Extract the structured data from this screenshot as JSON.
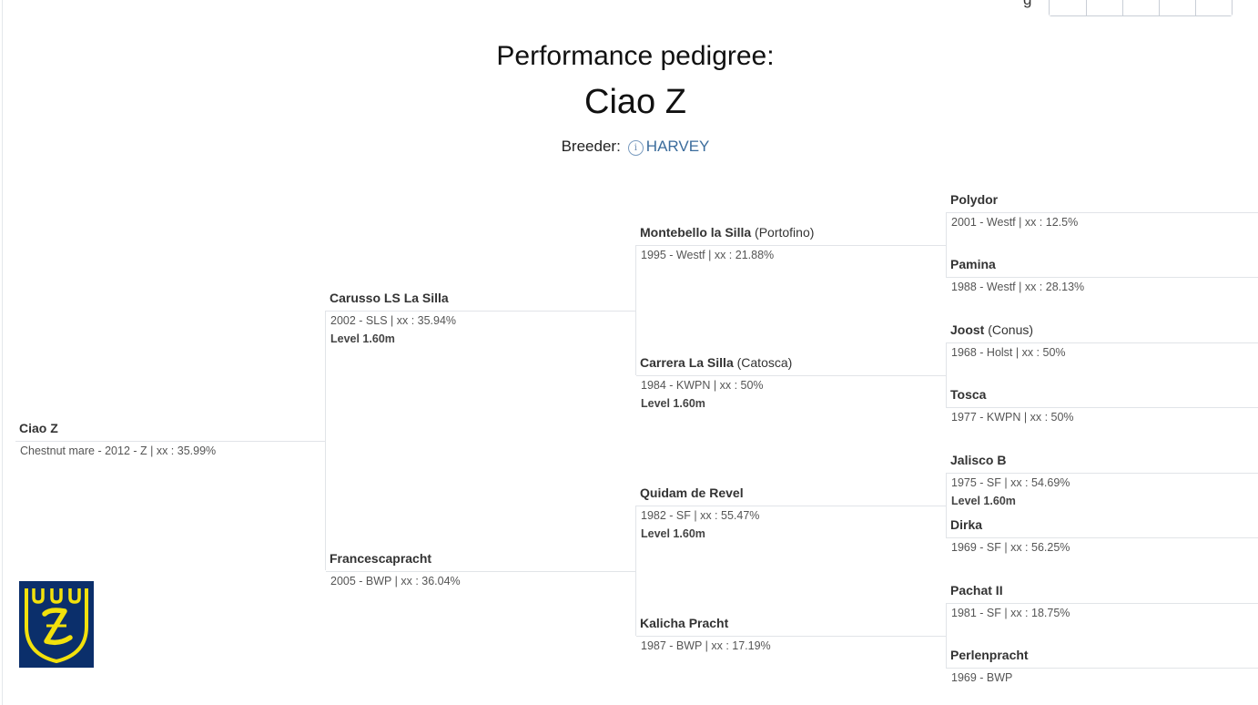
{
  "header": {
    "toolbar_label": "g",
    "toolbar_segments": 5
  },
  "title": "Performance pedigree:",
  "horse_name": "Ciao Z",
  "breeder": {
    "label": "Breeder:",
    "icon": "info-icon",
    "name": "HARVEY"
  },
  "pedigree": {
    "subject": {
      "name": "Ciao Z",
      "info": "Chestnut mare - 2012 - Z | xx : 35.99%"
    },
    "sire": {
      "name": "Carusso LS La Silla",
      "info": "2002 - SLS | xx : 35.94%",
      "level": "Level 1.60m"
    },
    "dam": {
      "name": "Francescapracht",
      "info": "2005 - BWP | xx : 36.04%"
    },
    "sire_sire": {
      "name": "Montebello la Silla",
      "suffix": "(Portofino)",
      "info": "1995 - Westf | xx : 21.88%"
    },
    "sire_dam": {
      "name": "Carrera La Silla",
      "suffix": "(Catosca)",
      "info": "1984 - KWPN | xx : 50%",
      "level": "Level 1.60m"
    },
    "dam_sire": {
      "name": "Quidam de Revel",
      "info": "1982 - SF | xx : 55.47%",
      "level": "Level 1.60m"
    },
    "dam_dam": {
      "name": "Kalicha Pracht",
      "info": "1987 - BWP | xx : 17.19%"
    },
    "gen3": [
      {
        "name": "Polydor",
        "info": "2001 - Westf | xx : 12.5%"
      },
      {
        "name": "Pamina",
        "info": "1988 - Westf | xx : 28.13%"
      },
      {
        "name": "Joost",
        "suffix": "(Conus)",
        "info": "1968 - Holst | xx : 50%"
      },
      {
        "name": "Tosca",
        "info": "1977 - KWPN | xx : 50%"
      },
      {
        "name": "Jalisco B",
        "info": "1975 - SF | xx : 54.69%",
        "level": "Level 1.60m"
      },
      {
        "name": "Dirka",
        "info": "1969 - SF | xx : 56.25%"
      },
      {
        "name": "Pachat II",
        "info": "1981 - SF | xx : 18.75%"
      },
      {
        "name": "Perlenpracht",
        "info": "1969 - BWP"
      }
    ]
  },
  "logo": {
    "name": "Zangersheide logo",
    "colors": {
      "background": "#0b2f6b",
      "foreground": "#f2e10c"
    }
  }
}
